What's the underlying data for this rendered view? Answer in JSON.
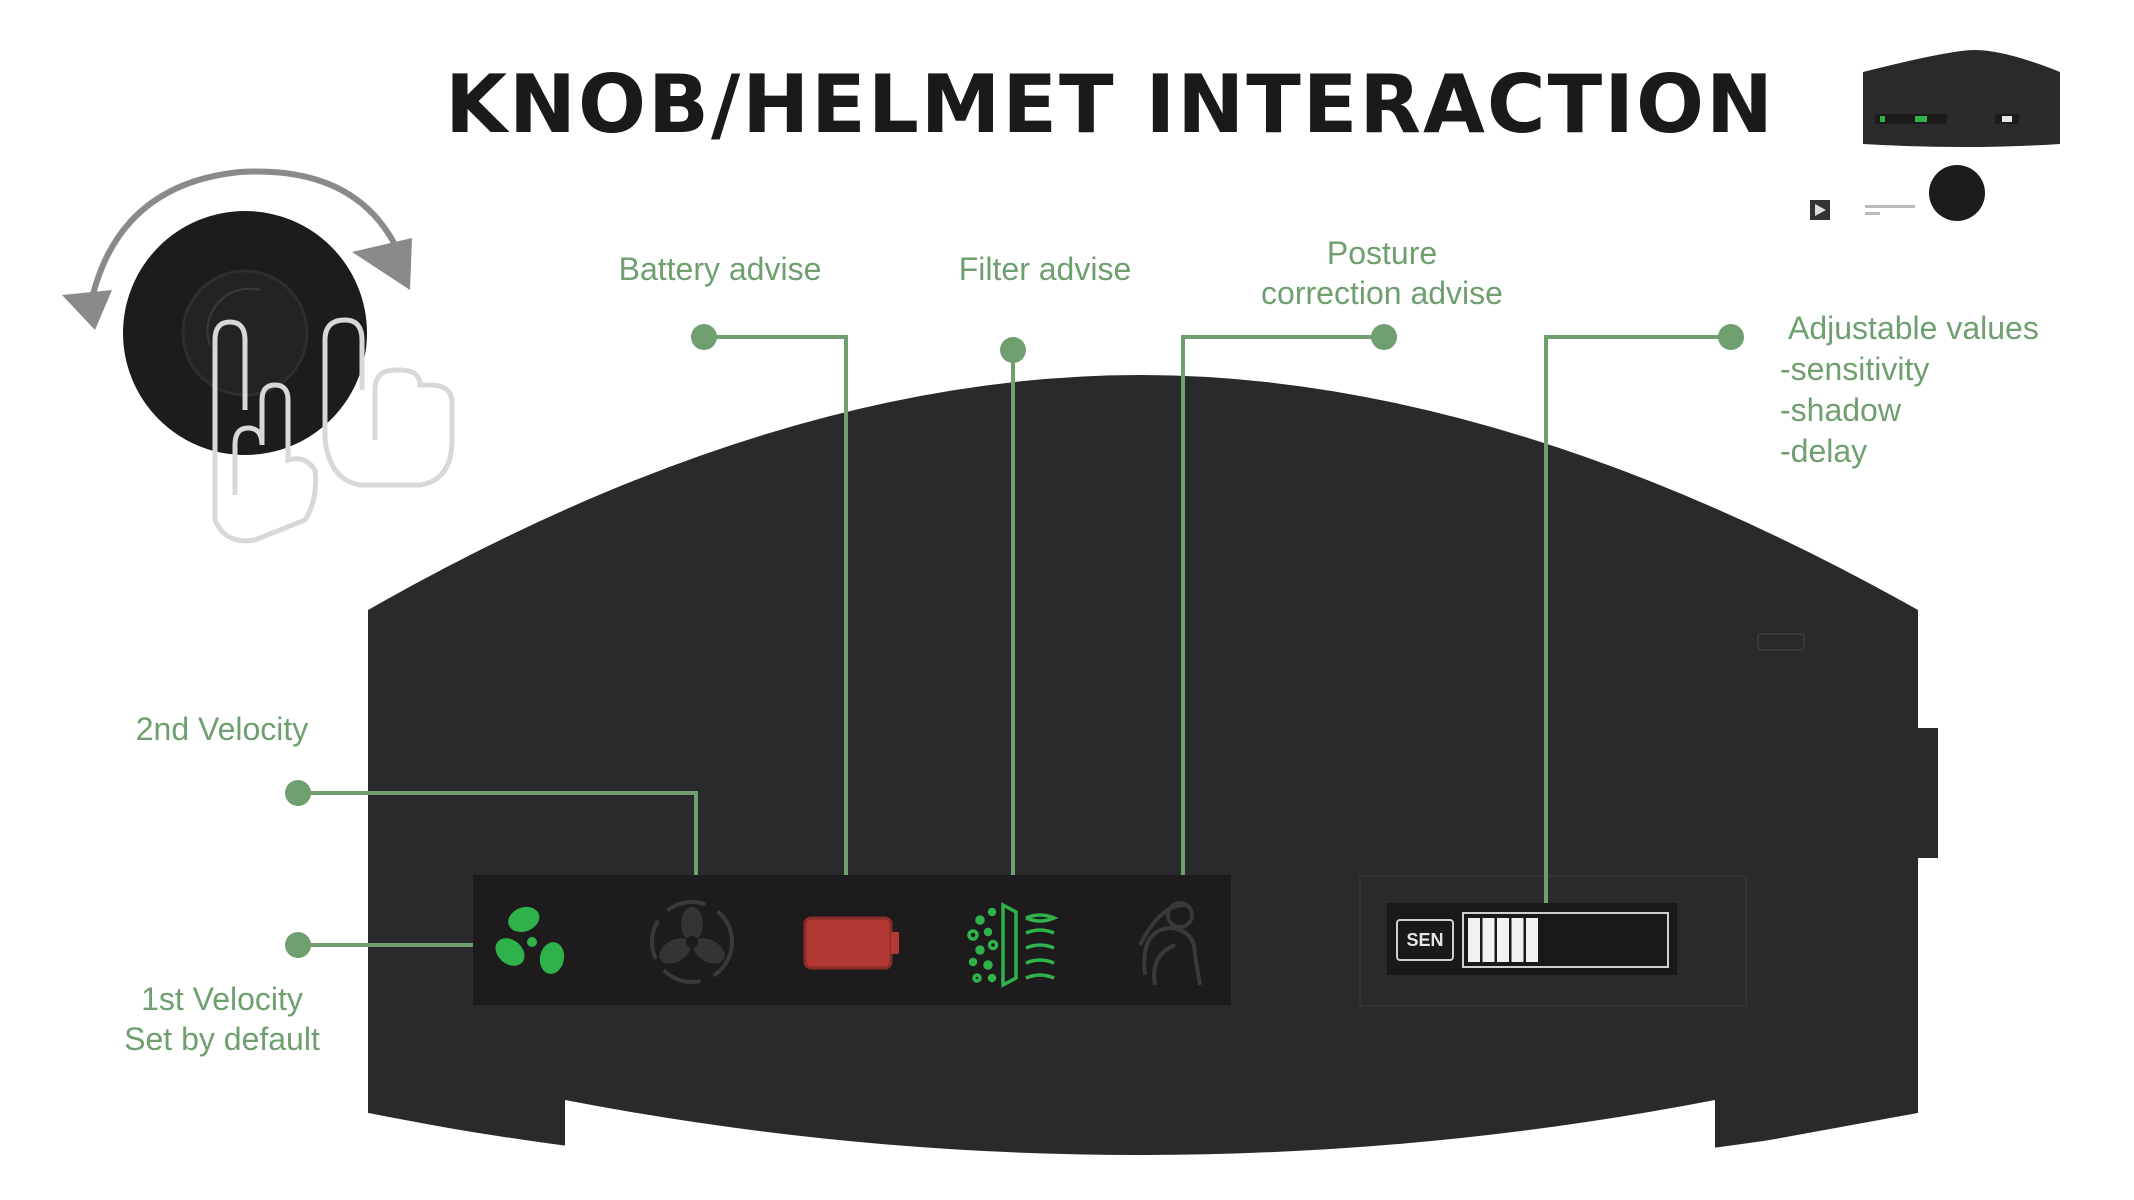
{
  "title": "KNOB/HELMET  INTERACTION",
  "accent_color": "#6f9f6f",
  "icon_green": "#2fb24a",
  "battery_color": "#b33a34",
  "helmet_color": "#2a2a2c",
  "callouts": {
    "battery": "Battery advise",
    "filter": "Filter advise",
    "posture_line1": "Posture",
    "posture_line2": "correction advise",
    "adjustable_title": "Adjustable values",
    "adjustable_items": [
      "-sensitivity",
      "-shadow",
      "-delay"
    ],
    "second_velocity": "2nd Velocity",
    "first_velocity_line1": "1st Velocity",
    "first_velocity_line2": "Set by default"
  },
  "display": {
    "mode_label": "SEN",
    "level_filled": 5,
    "level_total": 11
  },
  "icons": {
    "knob": "rotary-knob-icon",
    "rotate_arrows": "rotate-arrows-icon",
    "hand": "hand-pointer-icon",
    "fan_1": "fan-icon",
    "fan_2": "fan-icon",
    "battery": "battery-icon",
    "filter": "filter-icon",
    "posture": "posture-icon"
  }
}
